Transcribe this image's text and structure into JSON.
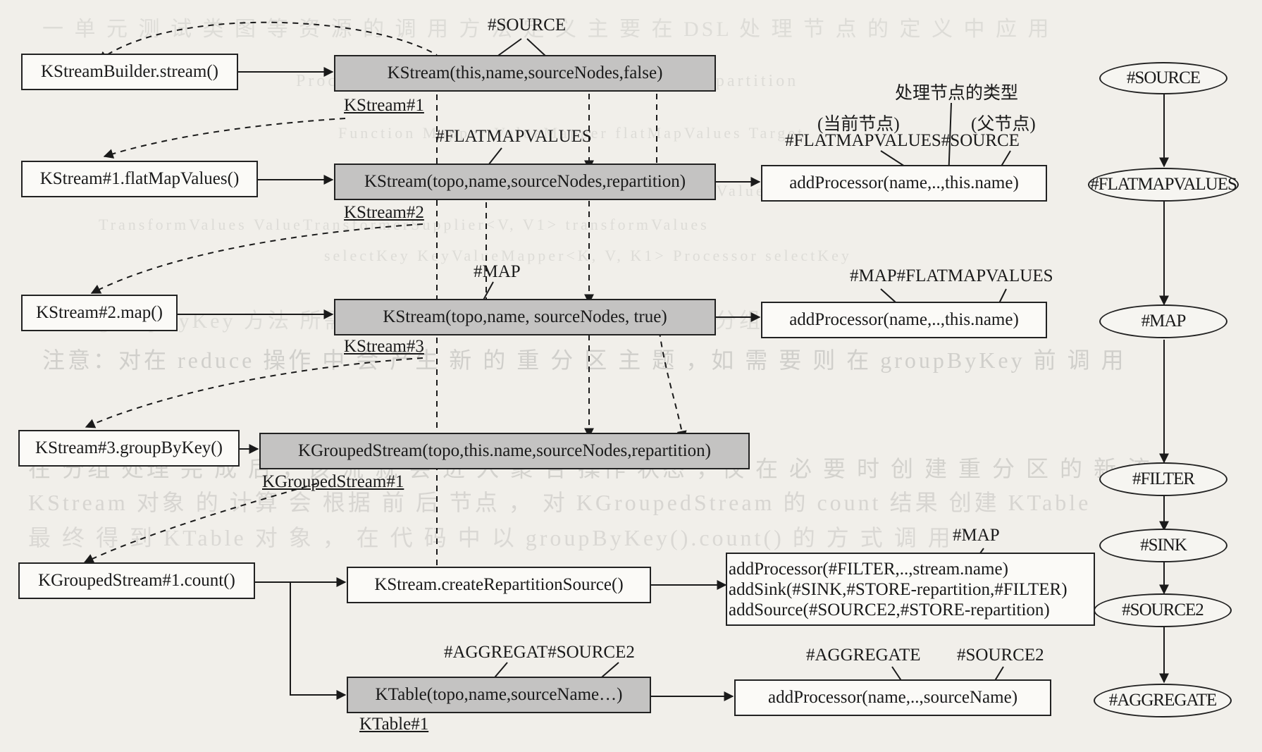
{
  "background_text": [
    "一 单 元 测 试 类 图 等 资 源 的 调 用 方 法 定 义 主 要 在 DSL 处 理 节 点 的 定 义 中 应 用",
    "Processor 节点 sourceNodes  addProcessor repartition",
    "Function Mapper ValueMapper flatMapValues  Target",
    "Transform  TransformerSupplier<K, V, KeyValue<K1, V1>>  transform",
    "TransformValues  ValueTransformerSupplier<V, V1>  transformValues",
    "selectKey  KeyValueMapper<K, V, K1>  Processor  selectKey",
    "使用 groupByKey 方法 所需 的 对象 信息 为 repartition 后的 分组 流 KGroupedStream",
    "注意：对在 reduce 操作 中 会 产生 新 的 重 分 区 主 题 ，如 需 要 则 在 groupByKey 前 调 用",
    "在 分组 处理 完 成 后 ，该 流 就 会 进 入 聚 合 操作 状态 ，仅 在 必 要 时 创 建 重 分 区 的 新 流",
    "KStream 对象 的 计算 会 根据 前 后 节点 ， 对 KGroupedStream 的 count 结果 创建 KTable",
    "最 终 得 到 KTable 对 象 ， 在 代 码 中 以 groupByKey().count() 的 方 式 调 用"
  ],
  "left_boxes": [
    "KStreamBuilder.stream()",
    "KStream#1.flatMapValues()",
    "KStream#2.map()",
    "KStream#3.groupByKey()",
    "KGroupedStream#1.count()"
  ],
  "middle_boxes": [
    "KStream(this,name,sourceNodes,false)",
    "KStream(topo,name,sourceNodes,repartition)",
    "KStream(topo,name, sourceNodes, true)",
    "KGroupedStream(topo,this.name,sourceNodes,repartition)",
    "KStream.createRepartitionSource()",
    "KTable(topo,name,sourceName…)"
  ],
  "instance_labels": [
    "KStream#1",
    "KStream#2",
    "KStream#3",
    "KGroupedStream#1",
    "KTable#1"
  ],
  "tag_labels": {
    "source": "#SOURCE",
    "flatmapvalues": "#FLATMAPVALUES",
    "map": "#MAP",
    "aggregate_source2": "#AGGREGAT#SOURCE2"
  },
  "right_boxes": {
    "flatmap_processor": "addProcessor(name,..,this.name)",
    "map_processor": "addProcessor(name,..,this.name)",
    "repartition_lines": [
      "addProcessor(#FILTER,..,stream.name)",
      "addSink(#SINK,#STORE-repartition,#FILTER)",
      "addSource(#SOURCE2,#STORE-repartition)"
    ],
    "aggregate_processor": "addProcessor(name,..,sourceName)"
  },
  "right_annotations": {
    "node_type": "处理节点的类型",
    "current_node": "(当前节点)",
    "parent_node": "(父节点)",
    "flatmap_tags": "#FLATMAPVALUES#SOURCE",
    "map_tags": "#MAP#FLATMAPVALUES",
    "repartition_tag": "#MAP",
    "aggregate_tag": "#AGGREGATE",
    "source2_tag": "#SOURCE2"
  },
  "topology_nodes": [
    "#SOURCE",
    "#FLATMAPVALUES",
    "#MAP",
    "#FILTER",
    "#SINK",
    "#SOURCE2",
    "#AGGREGATE"
  ]
}
